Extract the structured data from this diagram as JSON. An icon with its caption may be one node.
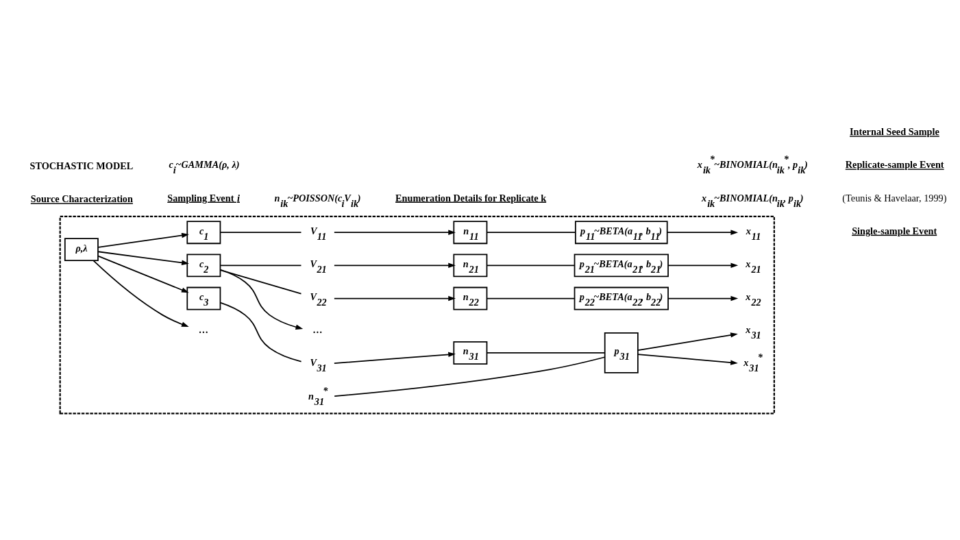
{
  "diagram": {
    "nodes": [
      {
        "text": [],
        "shape": "box"
      },
      {
        "text": [
          "ρ,λ"
        ],
        "in": 0
      },
      {
        "text": [
          "c$_{1}$"
        ],
        "in": 0
      },
      {
        "text": [
          "c$_{2}$"
        ],
        "in": 0
      },
      {
        "text": [
          "c$_{3}$"
        ],
        "in": 0
      },
      {
        "text": [
          "…"
        ],
        "in": 0
      },
      {
        "text": [
          "V$_{11}$"
        ],
        "in": 0
      },
      {
        "text": [
          "n$_{11}$"
        ],
        "in": 0
      },
      {
        "text": [
          "p$_{11}$~BETA(a$_{11}$, b$_{11}$)"
        ],
        "in": 0
      },
      {
        "text": [
          "x$_{11}$"
        ],
        "in": 0
      },
      {
        "text": [
          "V$_{21}$"
        ],
        "in": 0
      },
      {
        "text": [
          "n$_{21}$"
        ],
        "in": 0
      },
      {
        "text": [
          "p$_{21}$~BETA(a$_{21}$, b$_{21}$)"
        ],
        "in": 0
      },
      {
        "text": [
          "x$_{21}$"
        ],
        "in": 0
      },
      {
        "text": [
          "V$_{22}$"
        ],
        "in": 0
      },
      {
        "text": [
          "n$_{22}$"
        ],
        "in": 0
      },
      {
        "text": [
          "p$_{22}$~BETA(a$_{22}$, b$_{22}$)"
        ],
        "in": 0
      },
      {
        "text": [
          "x$_{22}$"
        ],
        "in": 0
      },
      {
        "text": [
          "…"
        ],
        "in": 0
      },
      {
        "text": [
          "V$_{31}$"
        ],
        "in": 0
      },
      {
        "text": [
          "n$_{31}$"
        ],
        "in": 0
      },
      {
        "text": [
          "n$_{31}$$^{*}$"
        ],
        "in": 0
      },
      {
        "text": [
          "p$_{31}$"
        ],
        "in": 0
      },
      {
        "text": [
          "x$_{31}$"
        ],
        "in": 0
      },
      {
        "text": [
          "x$_{31}$$^{*}$"
        ],
        "in": 0
      }
    ],
    "edges": [
      {
        "from": 1,
        "to": 2,
        "arrow": "to"
      },
      {
        "from": 1,
        "to": 3,
        "arrow": "to"
      },
      {
        "from": 1,
        "to": 4,
        "arrow": "to"
      },
      {
        "from": 1,
        "to": 5,
        "arrow": "to"
      },
      {
        "from": 2,
        "to": 6,
        "arrow": "none"
      },
      {
        "from": 6,
        "to": 7,
        "arrow": "to"
      },
      {
        "from": 7,
        "to": 8,
        "arrow": "none"
      },
      {
        "from": 8,
        "to": 9,
        "arrow": "to"
      },
      {
        "from": 3,
        "to": 10,
        "arrow": "none"
      },
      {
        "from": 10,
        "to": 11,
        "arrow": "to"
      },
      {
        "from": 11,
        "to": 12,
        "arrow": "none"
      },
      {
        "from": 12,
        "to": 13,
        "arrow": "to"
      },
      {
        "from": 3,
        "to": 14,
        "arrow": "none"
      },
      {
        "from": 14,
        "to": 15,
        "arrow": "to"
      },
      {
        "from": 15,
        "to": 16,
        "arrow": "none"
      },
      {
        "from": 16,
        "to": 17,
        "arrow": "to"
      },
      {
        "from": 3,
        "to": 18,
        "arrow": "to"
      },
      {
        "from": 4,
        "to": 19,
        "arrow": "none"
      },
      {
        "from": 19,
        "to": 20,
        "arrow": "to"
      },
      {
        "from": 20,
        "to": 22,
        "arrow": "none"
      },
      {
        "from": 21,
        "to": 22,
        "arrow": "none"
      },
      {
        "from": 22,
        "to": 23,
        "arrow": "to"
      },
      {
        "from": 22,
        "to": 24,
        "arrow": "to"
      }
    ],
    "labels": [
      "Source Characterization",
      "Sampling Event *i*",
      "Enumeration Details for Replicate k",
      "Single-sample Event",
      "(Teunis & Havelaar, 1999)",
      "Replicate-sample Event",
      "Internal Seed Sample",
      "STOCHASTIC MODEL",
      "c$_{i}$~GAMMA(ρ, λ)",
      "n$_{ik}$~POISSON(c$_{i}$V$_{ik}$)",
      "x$_{ik}$~BINOMIAL(n$_{ik}$, p$_{ik}$)",
      "x$_{ik}$$^{*}$~BINOMIAL(n$_{ik}$$^{*}$, p$_{ik}$)"
    ]
  }
}
